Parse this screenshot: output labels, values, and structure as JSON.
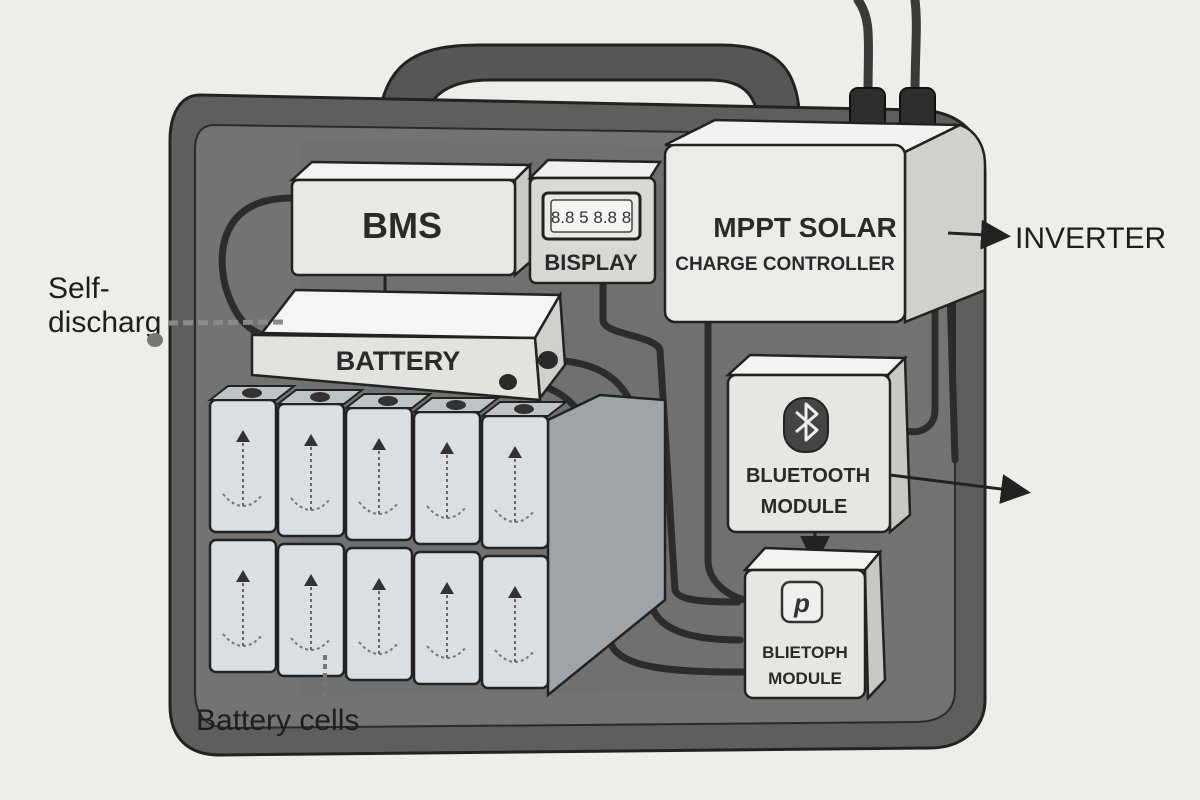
{
  "diagram": {
    "components": {
      "bms": "BMS",
      "battery": "BATTERY",
      "display": "BISPLAY",
      "display_screen": "8.8 5 8.8 8",
      "mppt_line1": "MPPT SOLAR",
      "mppt_line2": "CHARGE CONTROLLER",
      "bt_module_1_line1": "BLUETOOTH",
      "bt_module_1_line2": "MODULE",
      "bt_module_2_line1": "BLIETOPH",
      "bt_module_2_line2": "MODULE"
    },
    "external_labels": {
      "inverter": "INVERTER",
      "self_discharge_line1": "Self-",
      "self_discharge_line2": "discharg",
      "battery_cells": "Battery cells"
    }
  },
  "colors": {
    "background": "#ededea",
    "case": "#5b5b5b",
    "case_interior": "#6e6e6e",
    "module_fill": "#e7e7e4",
    "cell_fill": "#d9dfe2",
    "line": "#222222"
  },
  "icons": [
    "bluetooth-icon",
    "p-logo-icon",
    "arrow-up-icon"
  ]
}
